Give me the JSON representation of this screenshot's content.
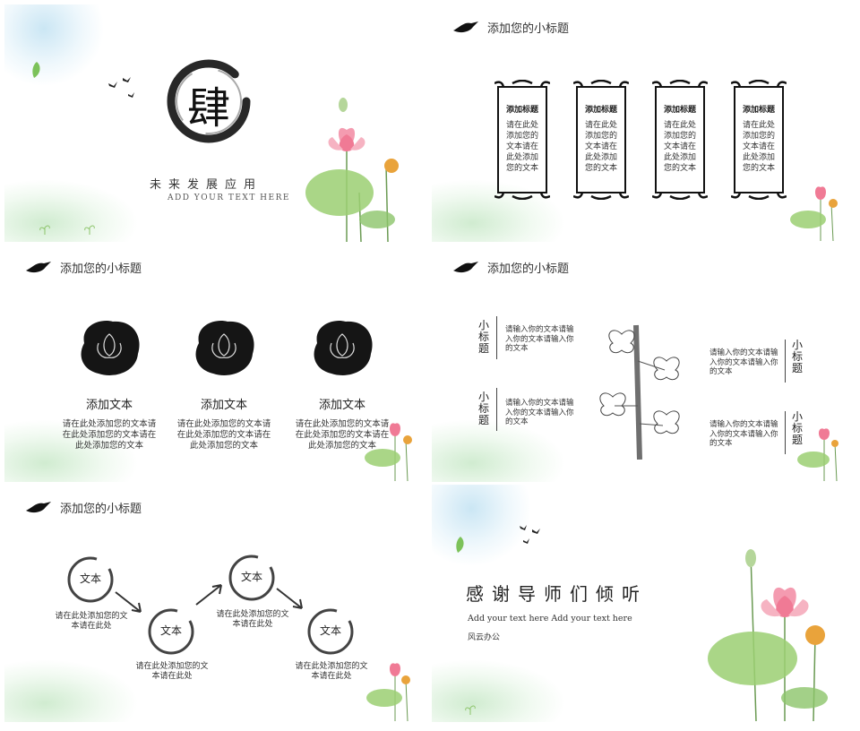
{
  "slide1": {
    "big_char": "肆",
    "title": "未来发展应用",
    "subtitle": "ADD YOUR TEXT HERE"
  },
  "slide2": {
    "header": "添加您的小标题",
    "frames": [
      {
        "title": "添加标题",
        "lines": [
          "请在此处",
          "添加您的",
          "文本请在",
          "此处添加",
          "您的文本"
        ]
      },
      {
        "title": "添加标题",
        "lines": [
          "请在此处",
          "添加您的",
          "文本请在",
          "此处添加",
          "您的文本"
        ]
      },
      {
        "title": "添加标题",
        "lines": [
          "请在此处",
          "添加您的",
          "文本请在",
          "此处添加",
          "您的文本"
        ]
      },
      {
        "title": "添加标题",
        "lines": [
          "请在此处",
          "添加您的",
          "文本请在",
          "此处添加",
          "您的文本"
        ]
      }
    ]
  },
  "slide3": {
    "header": "添加您的小标题",
    "items": [
      {
        "title": "添加文本",
        "lines": [
          "请在此处添加您的文本请",
          "在此处添加您的文本请在",
          "此处添加您的文本"
        ]
      },
      {
        "title": "添加文本",
        "lines": [
          "请在此处添加您的文本请",
          "在此处添加您的文本请在",
          "此处添加您的文本"
        ]
      },
      {
        "title": "添加文本",
        "lines": [
          "请在此处添加您的文本请",
          "在此处添加您的文本请在",
          "此处添加您的文本"
        ]
      }
    ]
  },
  "slide4": {
    "header": "添加您的小标题",
    "left": [
      {
        "label": [
          "小",
          "标",
          "题"
        ],
        "lines": [
          "请输入你的文本请输",
          "入你的文本请输入你",
          "的文本"
        ]
      },
      {
        "label": [
          "小",
          "标",
          "题"
        ],
        "lines": [
          "请输入你的文本请输",
          "入你的文本请输入你",
          "的文本"
        ]
      }
    ],
    "right": [
      {
        "label": [
          "小",
          "标",
          "题"
        ],
        "lines": [
          "请输入你的文本请输",
          "入你的文本请输入你",
          "的文本"
        ]
      },
      {
        "label": [
          "小",
          "标",
          "题"
        ],
        "lines": [
          "请输入你的文本请输",
          "入你的文本请输入你",
          "的文本"
        ]
      }
    ]
  },
  "slide5": {
    "header": "添加您的小标题",
    "nodes": [
      {
        "label": "文本",
        "lines": [
          "请在此处添加您的文",
          "本请在此处"
        ]
      },
      {
        "label": "文本",
        "lines": [
          "请在此处添加您的文",
          "本请在此处"
        ]
      },
      {
        "label": "文本",
        "lines": [
          "请在此处添加您的文",
          "本请在此处"
        ]
      },
      {
        "label": "文本",
        "lines": [
          "请在此处添加您的文",
          "本请在此处"
        ]
      }
    ]
  },
  "slide6": {
    "thanks": "感谢导师们倾听",
    "english": "Add your text here Add your text here",
    "company": "风云办公"
  },
  "colors": {
    "ink": "#111111",
    "lotus_pink": "#f07a95",
    "lotus_leaf": "#8cc46a",
    "water_green": "#aadcaa",
    "water_blue": "#a0d2eb"
  }
}
